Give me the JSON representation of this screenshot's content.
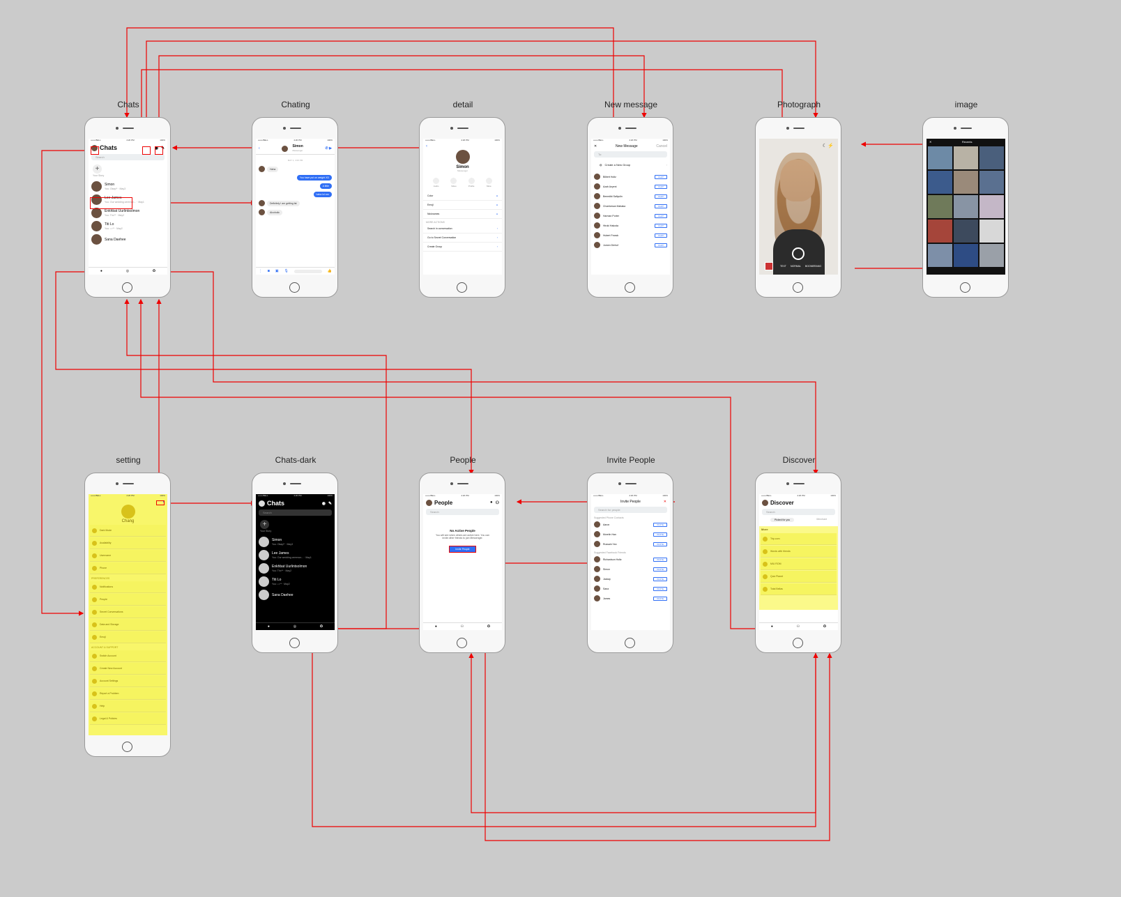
{
  "boards": [
    {
      "key": "chats",
      "title": "Chats"
    },
    {
      "key": "chating",
      "title": "Chating"
    },
    {
      "key": "detail",
      "title": "detail"
    },
    {
      "key": "newmsg",
      "title": "New message"
    },
    {
      "key": "photo",
      "title": "Photograph"
    },
    {
      "key": "image",
      "title": "image"
    },
    {
      "key": "setting",
      "title": "setting"
    },
    {
      "key": "chatsdark",
      "title": "Chats-dark"
    },
    {
      "key": "people",
      "title": "People"
    },
    {
      "key": "invite",
      "title": "Invite People"
    },
    {
      "key": "discover",
      "title": "Discover"
    }
  ],
  "status": {
    "carrier": "•••oo BELL",
    "time": "4:20 PM",
    "battery": "100%"
  },
  "chats": {
    "title": "Chats",
    "search": "Search",
    "your_story": "Your Story",
    "items": [
      {
        "name": "Simon",
        "sub": "You: Okay!* · May3"
      },
      {
        "name": "Lee James",
        "sub": "You: Our wedding ceremon... · May1"
      },
      {
        "name": "Enkhbat Uurlintsolmon",
        "sub": "You: Thx** · May2"
      },
      {
        "name": "Titi Lo",
        "sub": "You: ♪♪** · May2"
      },
      {
        "name": "Sana Daehee",
        "sub": ""
      }
    ]
  },
  "chating": {
    "name": "Simon",
    "sub": "Messenger",
    "date": "MAY 1, 4:00 PM",
    "messages": [
      {
        "dir": "in",
        "text": "Haha"
      },
      {
        "dir": "out",
        "text": "You have put on weight XD"
      },
      {
        "dir": "out",
        "text": "A little"
      },
      {
        "dir": "out",
        "text": "haha lol xxx"
      },
      {
        "dir": "in",
        "text": "Definitely I am getting fat"
      },
      {
        "dir": "in",
        "text": "Alcoholic"
      }
    ]
  },
  "detail": {
    "name": "Simon",
    "sub": "Messenger",
    "actions": [
      "Audio",
      "Video",
      "Profile",
      "Mute"
    ],
    "rows": [
      "Color",
      "Emoji",
      "Nicknames"
    ],
    "more_label": "MORE ACTIONS",
    "more": [
      "Search in conversation",
      "Go to Secret Conversation",
      "Create Group"
    ]
  },
  "newmsg": {
    "title": "New Message",
    "right": "Cancel",
    "to": "To:",
    "group": "Create a New Group",
    "btn": "CHAT",
    "people": [
      "Bilbert Holtz",
      "Azah Anyeni",
      "Benedikt Safiyulin",
      "Chomkesan Mahaka",
      "Harman Porter",
      "Hiroki Hakoda",
      "Hubert Franck",
      "Jurnen Diehof"
    ]
  },
  "photo": {
    "modes": [
      "TEXT",
      "NORMAL",
      "BOOMERANG"
    ]
  },
  "image": {
    "title": "Recents"
  },
  "setting": {
    "name": "Chang",
    "rows1": [
      "Dark Mode",
      "Availability",
      "Username",
      "Phone"
    ],
    "section2": "PREFERENCES",
    "rows2": [
      "Notifications",
      "People",
      "Secret Conversations",
      "Data and Storage",
      "Emoji"
    ],
    "section3": "ACCOUNT & SUPPORT",
    "rows3": [
      "Switch Account",
      "Create New Account",
      "Account Settings",
      "Report a Problem",
      "Help",
      "Legal & Policies"
    ]
  },
  "chatsdark": {
    "title": "Chats",
    "search": "Search",
    "your_story": "Your Story",
    "items": [
      {
        "name": "Simon",
        "sub": "You: Okay!* · May3"
      },
      {
        "name": "Lee James",
        "sub": "You: Our wedding ceremon... · May1"
      },
      {
        "name": "Enkhbat Uurlintsolmon",
        "sub": "You: Thx** · May2"
      },
      {
        "name": "Titi Lo",
        "sub": "You: ♪♪** · May2"
      },
      {
        "name": "Sana Daehee",
        "sub": ""
      }
    ]
  },
  "people": {
    "title": "People",
    "search": "Search",
    "empty_title": "No Active People",
    "empty_text": "You will see when others are active here. You can invite other friends to join Messenger.",
    "invite_btn": "Invite People"
  },
  "invite": {
    "title": "Invite People",
    "search": "Search for people",
    "section1": "Suggested Phone Contacts",
    "group1": [
      "Aaron",
      "Morelin Han",
      "Russain Yan"
    ],
    "section2": "Suggested Facebook Friends",
    "group2": [
      "Richardson Holtz",
      "Simon",
      "Jackay",
      "Sana",
      "James"
    ],
    "btn": "INVITE"
  },
  "discover": {
    "title": "Discover",
    "search": "Search",
    "tabs": [
      "Picked for you",
      "Merchant"
    ],
    "more": "More",
    "items": [
      "Trip.com",
      "Words with friends",
      "MIU ROM",
      "Quiz Planet",
      "Total Bellas"
    ]
  },
  "colors": {
    "accent": "#2f6ef5",
    "link": "#e00000",
    "highlight": "#f6f460",
    "canvas": "#cbcbcb"
  }
}
